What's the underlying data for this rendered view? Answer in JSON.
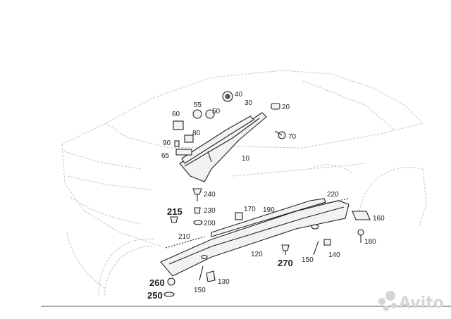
{
  "labels": {
    "l10": "10",
    "l20": "20",
    "l30": "30",
    "l40": "40",
    "l50": "50",
    "l55": "55",
    "l60": "60",
    "l65": "65",
    "l70": "70",
    "l80": "80",
    "l90": "90",
    "l120": "120",
    "l130": "130",
    "l140": "140",
    "l150a": "150",
    "l150b": "150",
    "l160": "160",
    "l170": "170",
    "l180": "180",
    "l190": "190",
    "l200": "200",
    "l210": "210",
    "l215": "215",
    "l220": "220",
    "l230": "230",
    "l240": "240",
    "l250": "250",
    "l260": "260",
    "l270": "270"
  },
  "watermark": "Avito",
  "icons": {
    "watermark": "avito-logo-icon"
  }
}
